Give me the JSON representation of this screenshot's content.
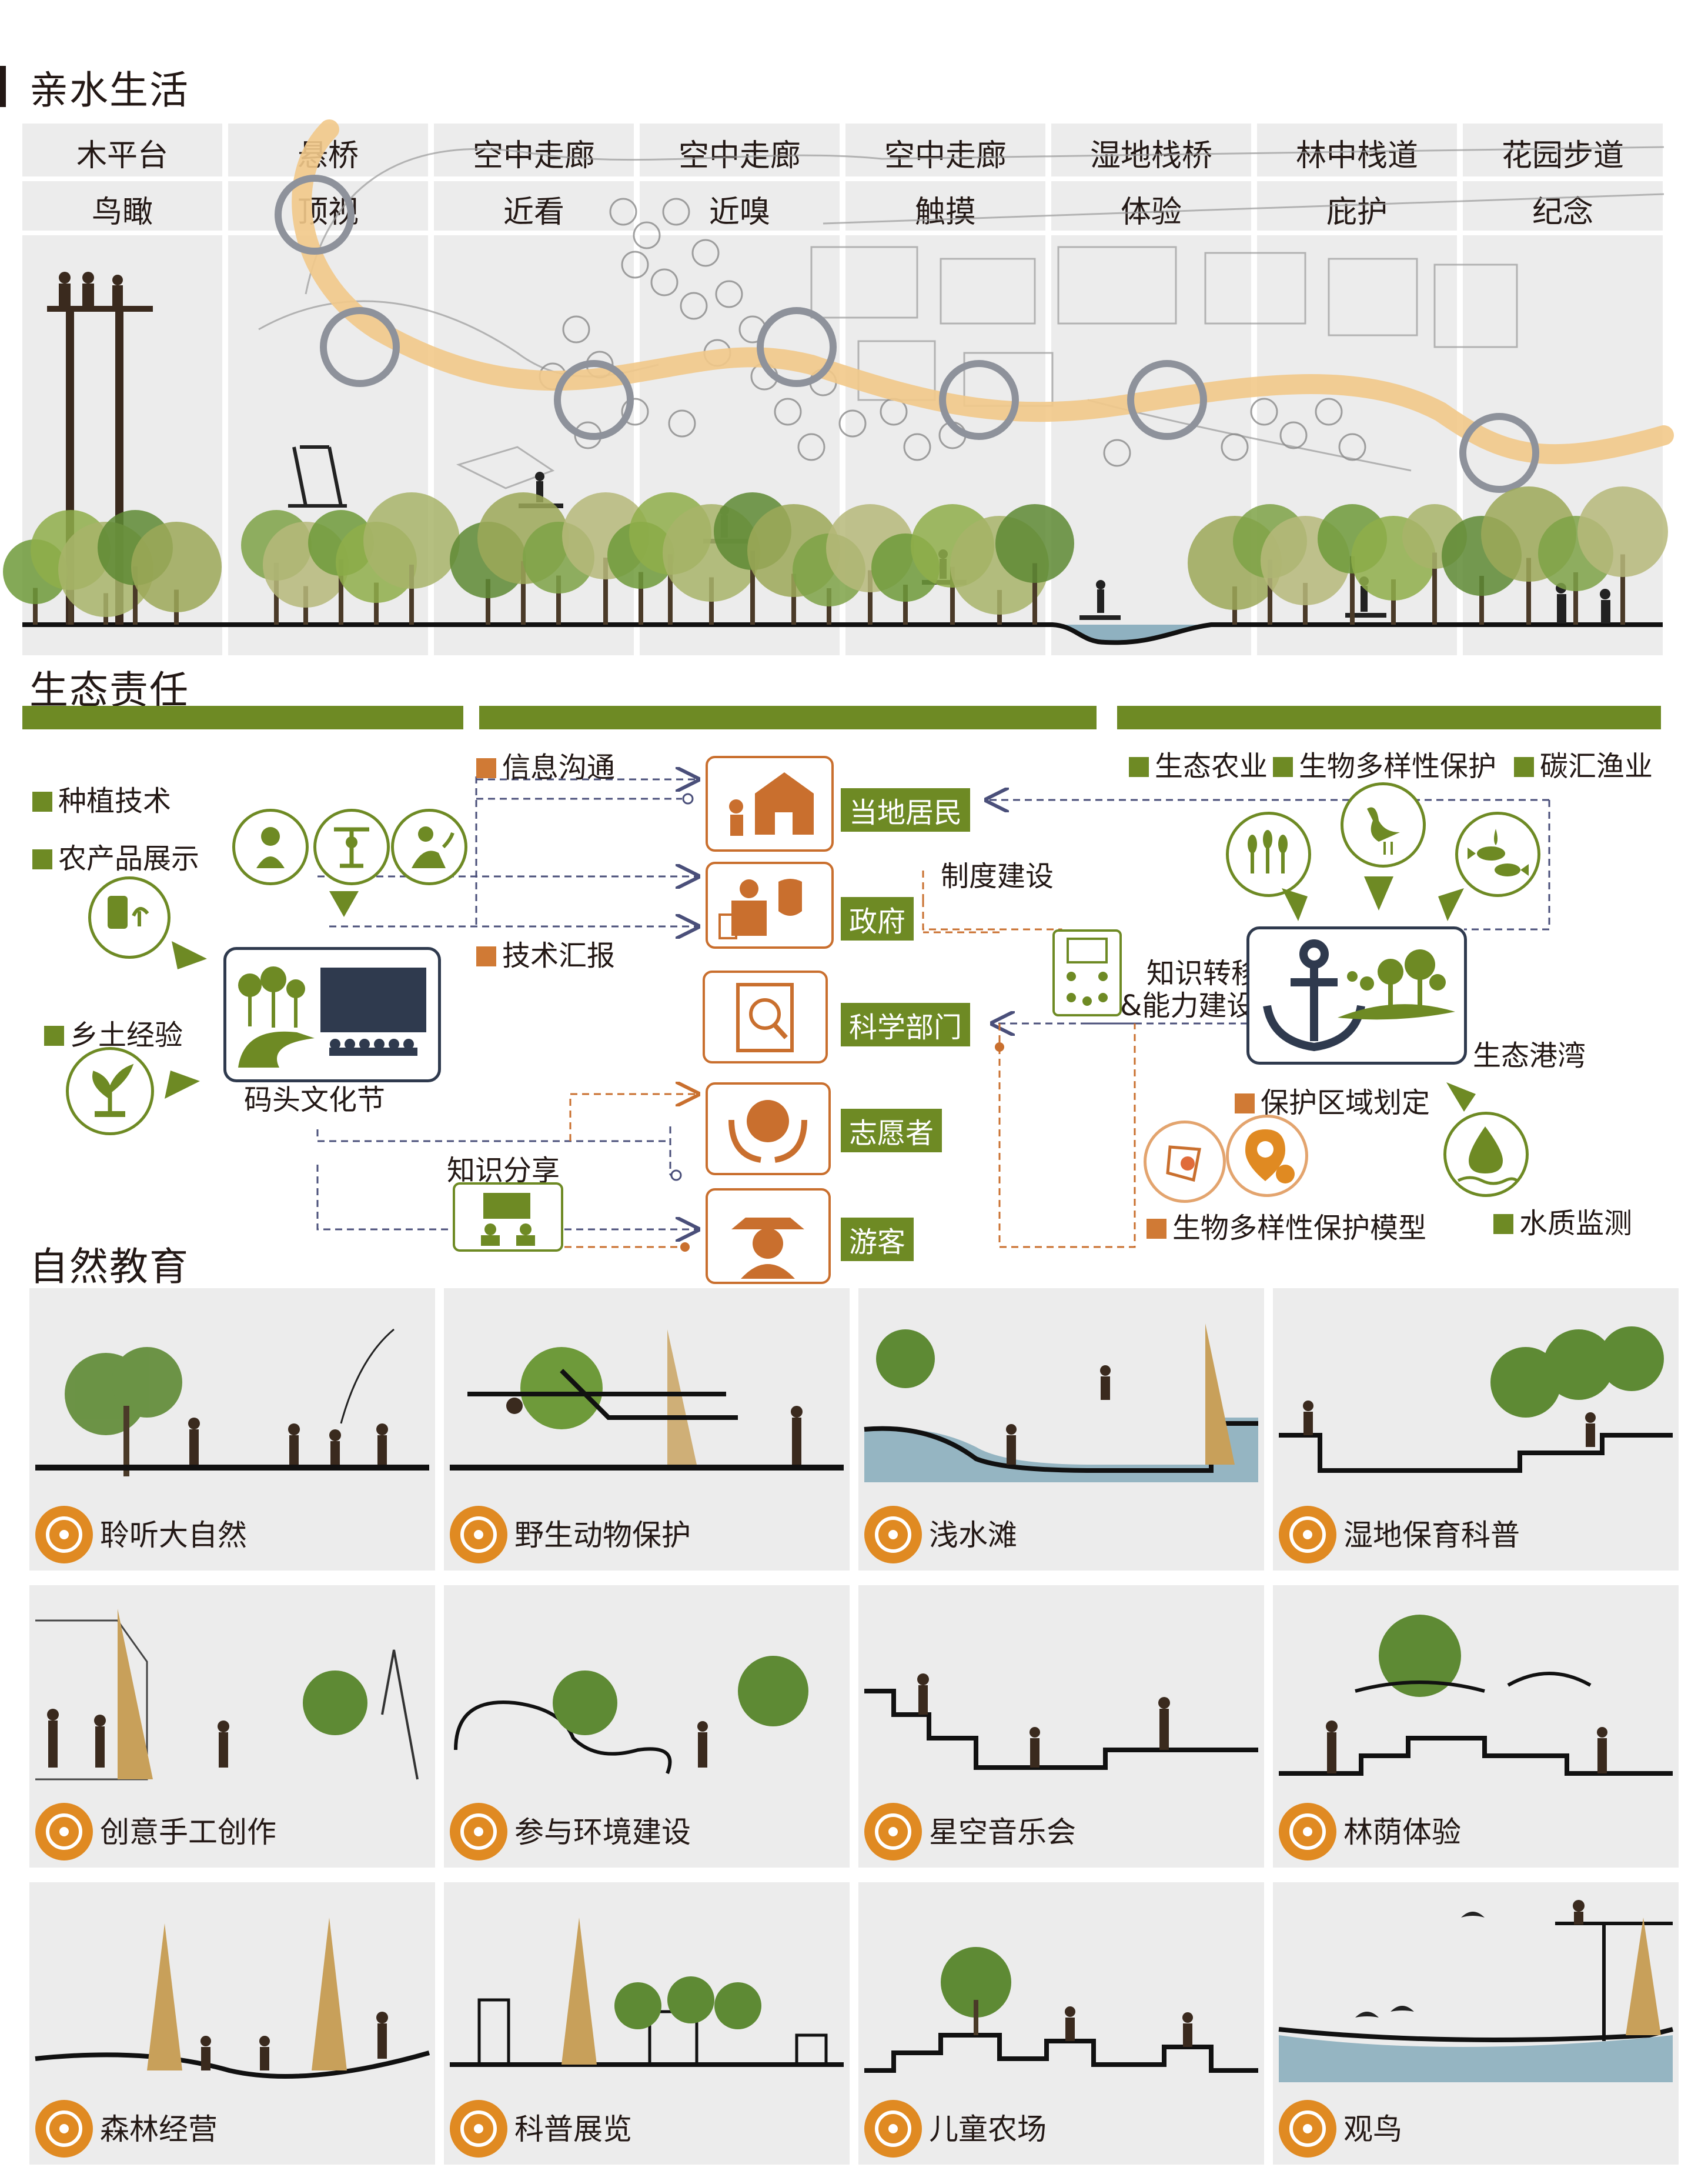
{
  "sections": {
    "s1_title": "亲水生活",
    "s2_title": "生态责任",
    "s3_title": "自然教育"
  },
  "waterfront": {
    "columns": [
      {
        "top": "木平台",
        "bottom": "鸟瞰"
      },
      {
        "top": "悬桥",
        "bottom": "顶视"
      },
      {
        "top": "空中走廊",
        "bottom": "近看"
      },
      {
        "top": "空中走廊",
        "bottom": "近嗅"
      },
      {
        "top": "空中走廊",
        "bottom": "触摸"
      },
      {
        "top": "湿地栈桥",
        "bottom": "体验"
      },
      {
        "top": "林中栈道",
        "bottom": "庇护"
      },
      {
        "top": "花园步道",
        "bottom": "纪念"
      }
    ]
  },
  "eco": {
    "left_tags": [
      "种植技术",
      "农产品展示",
      "乡土经验"
    ],
    "festival": "码头文化节",
    "mid_tags": [
      "信息沟通",
      "技术汇报",
      "知识分享"
    ],
    "stakeholders": [
      "当地居民",
      "政府",
      "科学部门",
      "志愿者",
      "游客"
    ],
    "institution": "制度建设",
    "transfer": [
      "知识转移",
      "&能力建设"
    ],
    "right_tags": [
      "生态农业",
      "生物多样性保护",
      "碳汇渔业"
    ],
    "harbor": "生态港湾",
    "protect_zone": "保护区域划定",
    "bio_model": "生物多样性保护模型",
    "water_monitor": "水质监测"
  },
  "education": {
    "panels": [
      "聆听大自然",
      "野生动物保护",
      "浅水滩",
      "湿地保育科普",
      "创意手工创作",
      "参与环境建设",
      "星空音乐会",
      "林荫体验",
      "森林经营",
      "科普展览",
      "儿童农场",
      "观鸟"
    ]
  },
  "colors": {
    "green": "#6e8a24",
    "orange": "#d07a35",
    "icon_orange": "#e08a22",
    "navy": "#2f3a4e"
  }
}
